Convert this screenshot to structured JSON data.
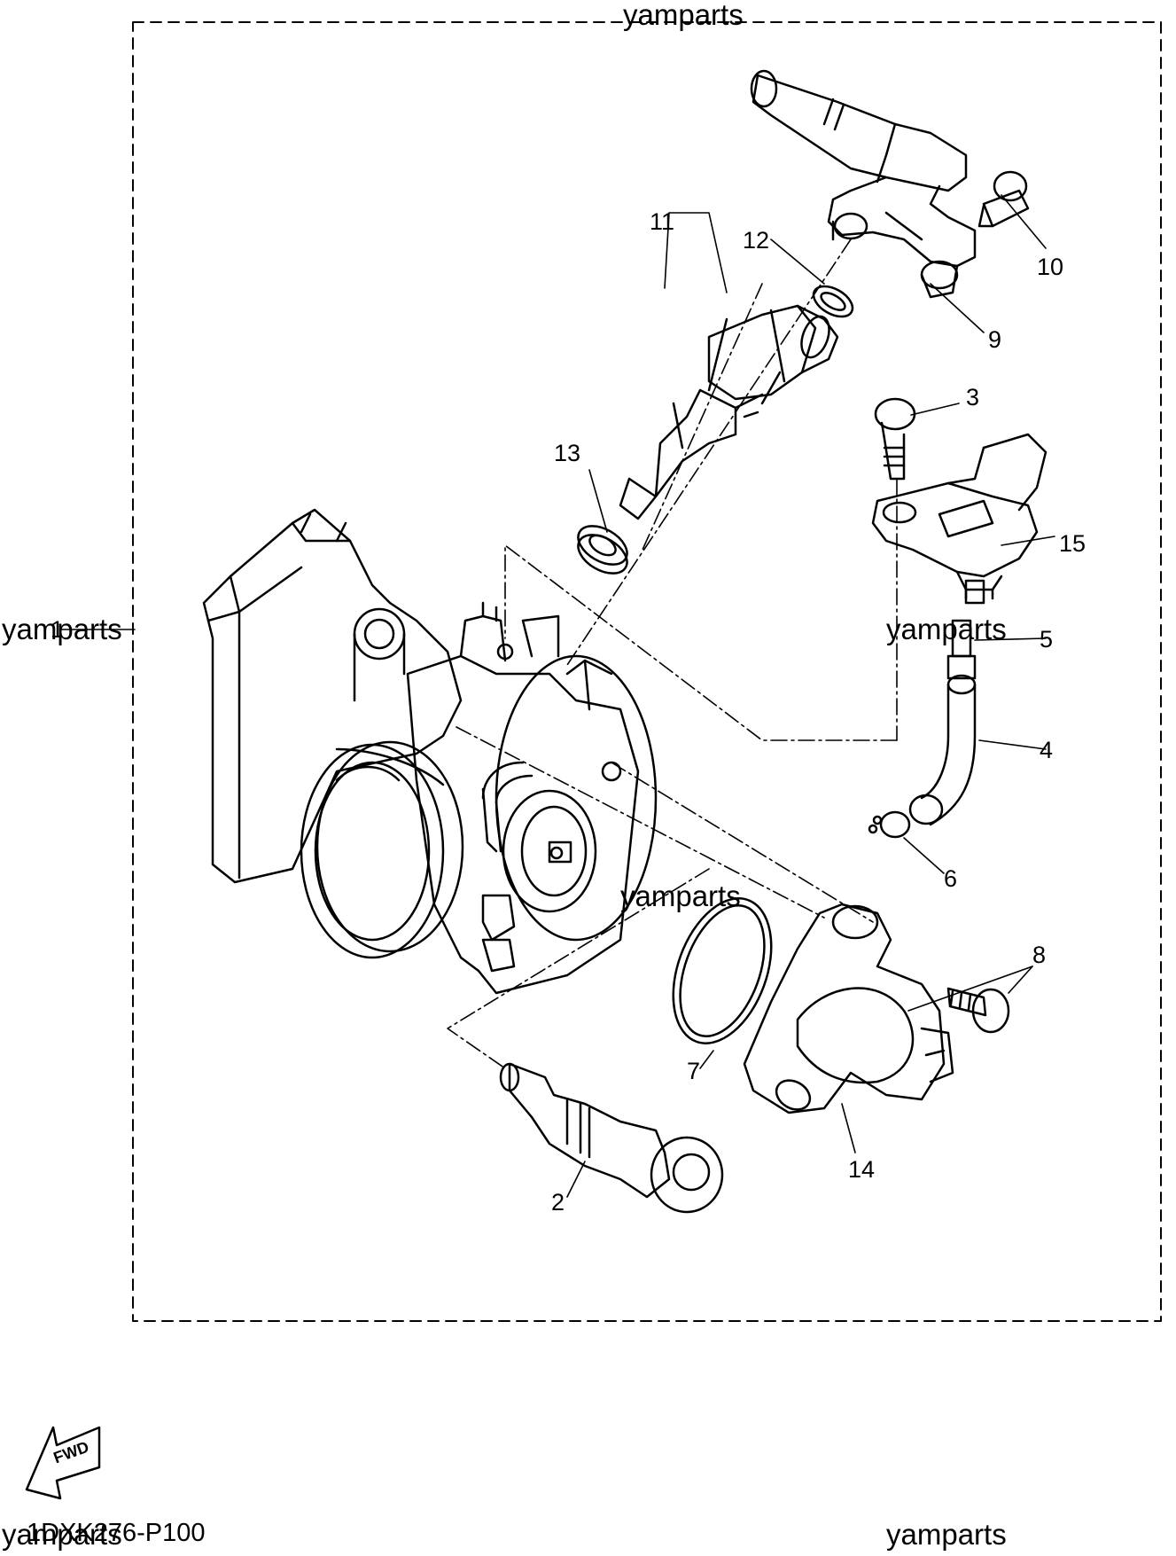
{
  "watermark": "yamparts",
  "diagram_code": "1DXK276-P100",
  "fwd_label": "FWD",
  "part_callouts": [
    "1",
    "2",
    "3",
    "4",
    "5",
    "6",
    "7",
    "8",
    "9",
    "10",
    "11",
    "12",
    "13",
    "14",
    "15"
  ]
}
